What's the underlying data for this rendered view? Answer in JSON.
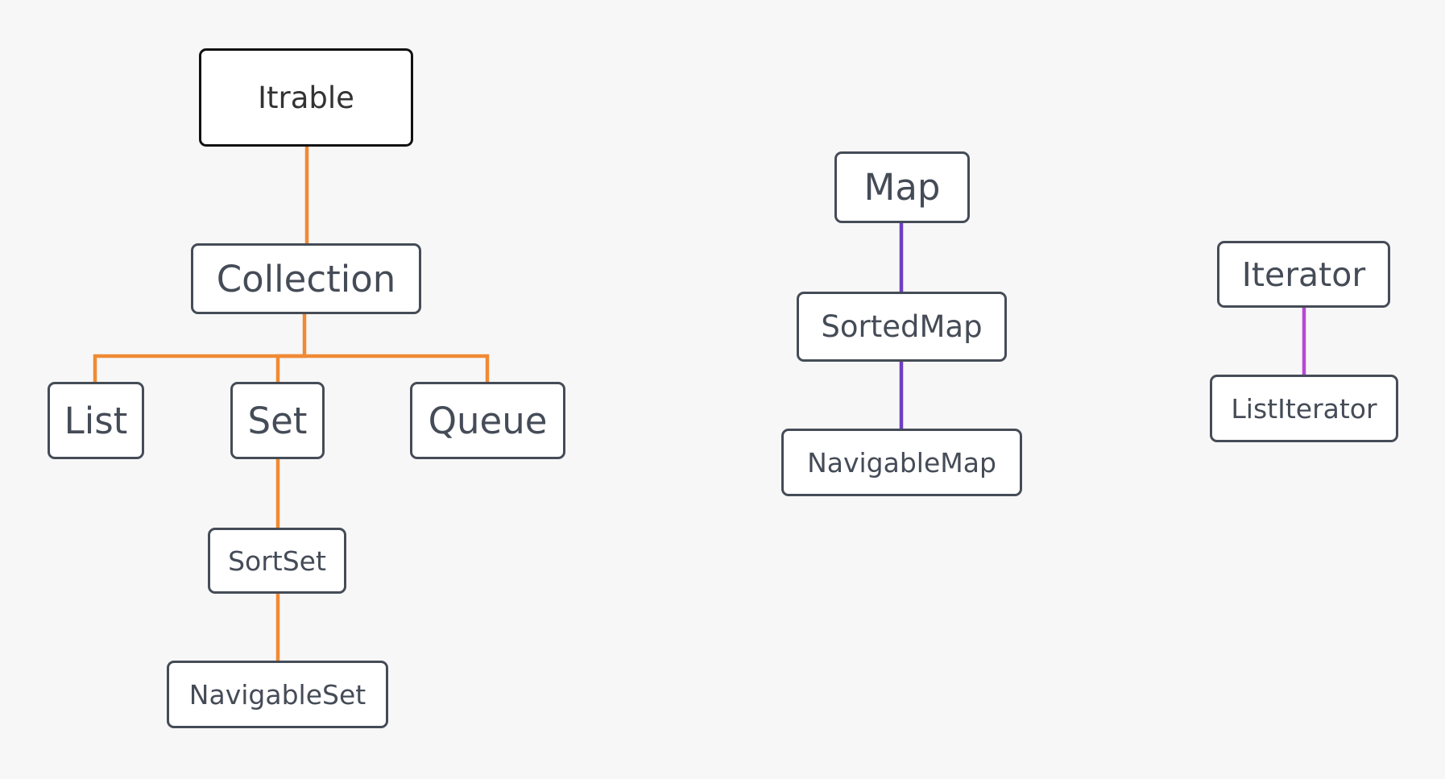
{
  "colors": {
    "background": "#f7f7f7",
    "node_border": "#454c57",
    "root_border": "#111111",
    "collection_edges": "#f08a34",
    "map_edges": "#6f3ec2",
    "iterator_edges": "#b84ad3"
  },
  "nodes": {
    "itrable": "Itrable",
    "collection": "Collection",
    "list": "List",
    "set": "Set",
    "queue": "Queue",
    "sortset": "SortSet",
    "navigableset": "NavigableSet",
    "map": "Map",
    "sortedmap": "SortedMap",
    "navigablemap": "NavigableMap",
    "iterator": "Iterator",
    "listiterator": "ListIterator"
  },
  "edges": [
    {
      "from": "itrable",
      "to": "collection",
      "group": "collection_edges"
    },
    {
      "from": "collection",
      "to": "list",
      "group": "collection_edges"
    },
    {
      "from": "collection",
      "to": "set",
      "group": "collection_edges"
    },
    {
      "from": "collection",
      "to": "queue",
      "group": "collection_edges"
    },
    {
      "from": "set",
      "to": "sortset",
      "group": "collection_edges"
    },
    {
      "from": "sortset",
      "to": "navigableset",
      "group": "collection_edges"
    },
    {
      "from": "map",
      "to": "sortedmap",
      "group": "map_edges"
    },
    {
      "from": "sortedmap",
      "to": "navigablemap",
      "group": "map_edges"
    },
    {
      "from": "iterator",
      "to": "listiterator",
      "group": "iterator_edges"
    }
  ]
}
